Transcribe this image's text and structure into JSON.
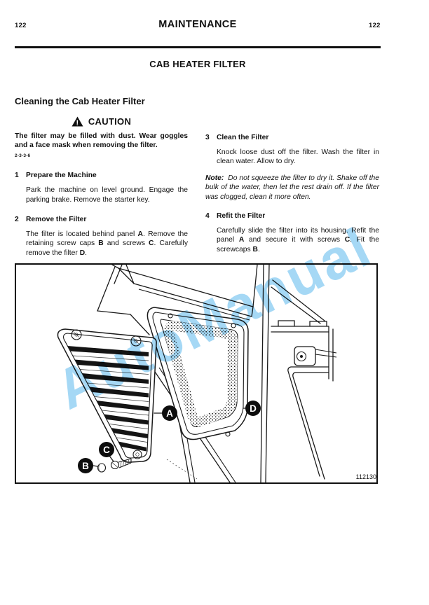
{
  "header": {
    "page_left": "122",
    "title": "MAINTENANCE",
    "page_right": "122",
    "section_title": "CAB HEATER FILTER"
  },
  "subsection_title": "Cleaning the Cab Heater Filter",
  "caution": {
    "label": "CAUTION",
    "exclamation": "!",
    "text": "The filter may be filled with dust. Wear goggles and a face mask when removing the filter.",
    "ref_code": "2-3-3-6"
  },
  "steps": [
    {
      "num": "1",
      "title": "Prepare the Machine",
      "body": [
        {
          "t": "Park the machine on level ground. Engage the parking brake. Remove the starter key."
        }
      ]
    },
    {
      "num": "2",
      "title": "Remove the Filter",
      "body": [
        {
          "t": "The filter is located behind panel "
        },
        {
          "t": "A",
          "b": true
        },
        {
          "t": ". Remove the retaining screw caps "
        },
        {
          "t": "B",
          "b": true
        },
        {
          "t": " and screws "
        },
        {
          "t": "C",
          "b": true
        },
        {
          "t": ". Carefully remove the filter "
        },
        {
          "t": "D",
          "b": true
        },
        {
          "t": "."
        }
      ]
    },
    {
      "num": "3",
      "title": "Clean the Filter",
      "body": [
        {
          "t": "Knock loose dust off the filter. Wash the filter in clean water. Allow to dry."
        }
      ]
    },
    {
      "num": "4",
      "title": "Refit the Filter",
      "body": [
        {
          "t": "Carefully slide the filter into its housing. Refit the panel "
        },
        {
          "t": "A",
          "b": true
        },
        {
          "t": " and secure it with screws "
        },
        {
          "t": "C",
          "b": true
        },
        {
          "t": ". Fit the screwcaps "
        },
        {
          "t": "B",
          "b": true
        },
        {
          "t": "."
        }
      ]
    }
  ],
  "note": {
    "label": "Note:",
    "text": "Do not squeeze the filter to dry it. Shake off the bulk of the water, then let the rest drain off. If the filter was clogged, clean it more often."
  },
  "figure": {
    "number": "112130",
    "callouts": [
      "A",
      "B",
      "C",
      "D"
    ]
  },
  "watermark": {
    "text": "AutoManual",
    "color": "#a5d8f5"
  }
}
